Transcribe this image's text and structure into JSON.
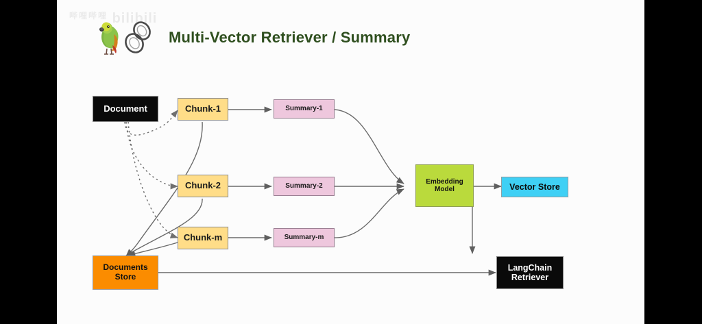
{
  "slide": {
    "watermark": "bilibili",
    "watermark_cn": "哔哩哔哩",
    "title": "Multi-Vector Retriever / Summary",
    "title_color": "#2f4f1f",
    "logo": {
      "parrot_icon": "parrot-icon",
      "chain_icon": "chain-link-icon"
    }
  },
  "diagram": {
    "nodes": {
      "document": "Document",
      "chunk_1": "Chunk-1",
      "chunk_2": "Chunk-2",
      "chunk_m": "Chunk-m",
      "summary_1": "Summary-1",
      "summary_2": "Summary-2",
      "summary_m": "Summary-m",
      "embedding_model_line1": "Embedding",
      "embedding_model_line2": "Model",
      "vector_store": "Vector Store",
      "documents_store_line1": "Documents",
      "documents_store_line2": "Store",
      "langchain_retriever_line1": "LangChain",
      "langchain_retriever_line2": "Retriever"
    },
    "colors": {
      "document": "#0a0a0a",
      "chunk": "#ffdd88",
      "summary": "#eec7dd",
      "embedding_model": "#bada3c",
      "vector_store": "#3fd0f5",
      "documents_store": "#fb8c00",
      "langchain_retriever": "#0a0a0a",
      "edge": "#6b6b6b"
    },
    "edges": [
      {
        "from": "document",
        "to": "chunk_1",
        "style": "dotted"
      },
      {
        "from": "document",
        "to": "chunk_2",
        "style": "dotted"
      },
      {
        "from": "document",
        "to": "chunk_m",
        "style": "dotted"
      },
      {
        "from": "chunk_1",
        "to": "summary_1",
        "style": "solid"
      },
      {
        "from": "chunk_2",
        "to": "summary_2",
        "style": "solid"
      },
      {
        "from": "chunk_m",
        "to": "summary_m",
        "style": "solid"
      },
      {
        "from": "chunk_1",
        "to": "documents_store",
        "style": "solid"
      },
      {
        "from": "chunk_2",
        "to": "documents_store",
        "style": "solid"
      },
      {
        "from": "chunk_m",
        "to": "documents_store",
        "style": "solid"
      },
      {
        "from": "summary_1",
        "to": "embedding_model",
        "style": "solid"
      },
      {
        "from": "summary_2",
        "to": "embedding_model",
        "style": "solid"
      },
      {
        "from": "summary_m",
        "to": "embedding_model",
        "style": "solid"
      },
      {
        "from": "embedding_model",
        "to": "vector_store",
        "style": "solid"
      },
      {
        "from": "vector_store",
        "to": "langchain_retriever",
        "style": "solid"
      },
      {
        "from": "documents_store",
        "to": "langchain_retriever",
        "style": "solid"
      }
    ]
  }
}
